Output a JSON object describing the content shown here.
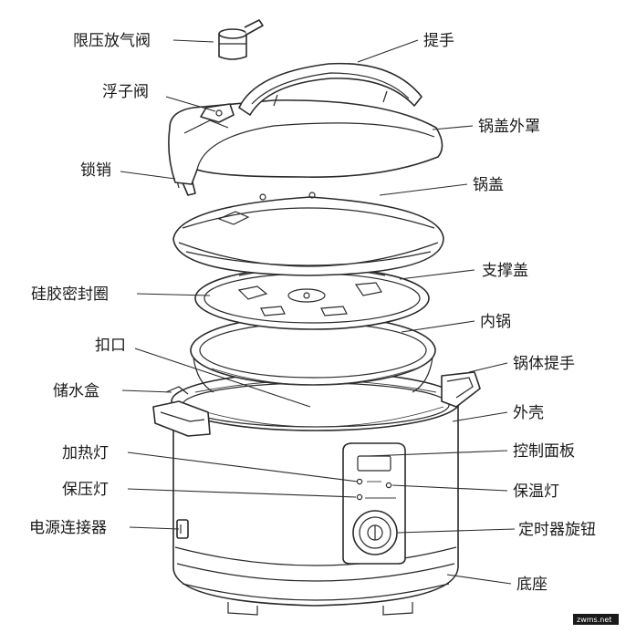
{
  "labels": {
    "pressure_valve": "限压放气阀",
    "handle": "提手",
    "float_valve": "浮子阀",
    "lid_cover": "锅盖外罩",
    "lock_pin": "锁销",
    "lid": "锅盖",
    "support_cover": "支撑盖",
    "silicone_seal": "硅胶密封圈",
    "inner_pot": "内锅",
    "buckle": "扣口",
    "body_handle": "锅体提手",
    "water_box": "储水盒",
    "shell": "外壳",
    "heat_lamp": "加热灯",
    "control_panel": "控制面板",
    "pressure_lamp": "保压灯",
    "warm_lamp": "保温灯",
    "power_connector": "电源连接器",
    "timer_knob": "定时器旋钮",
    "base": "底座"
  },
  "watermark": "zwms.net"
}
